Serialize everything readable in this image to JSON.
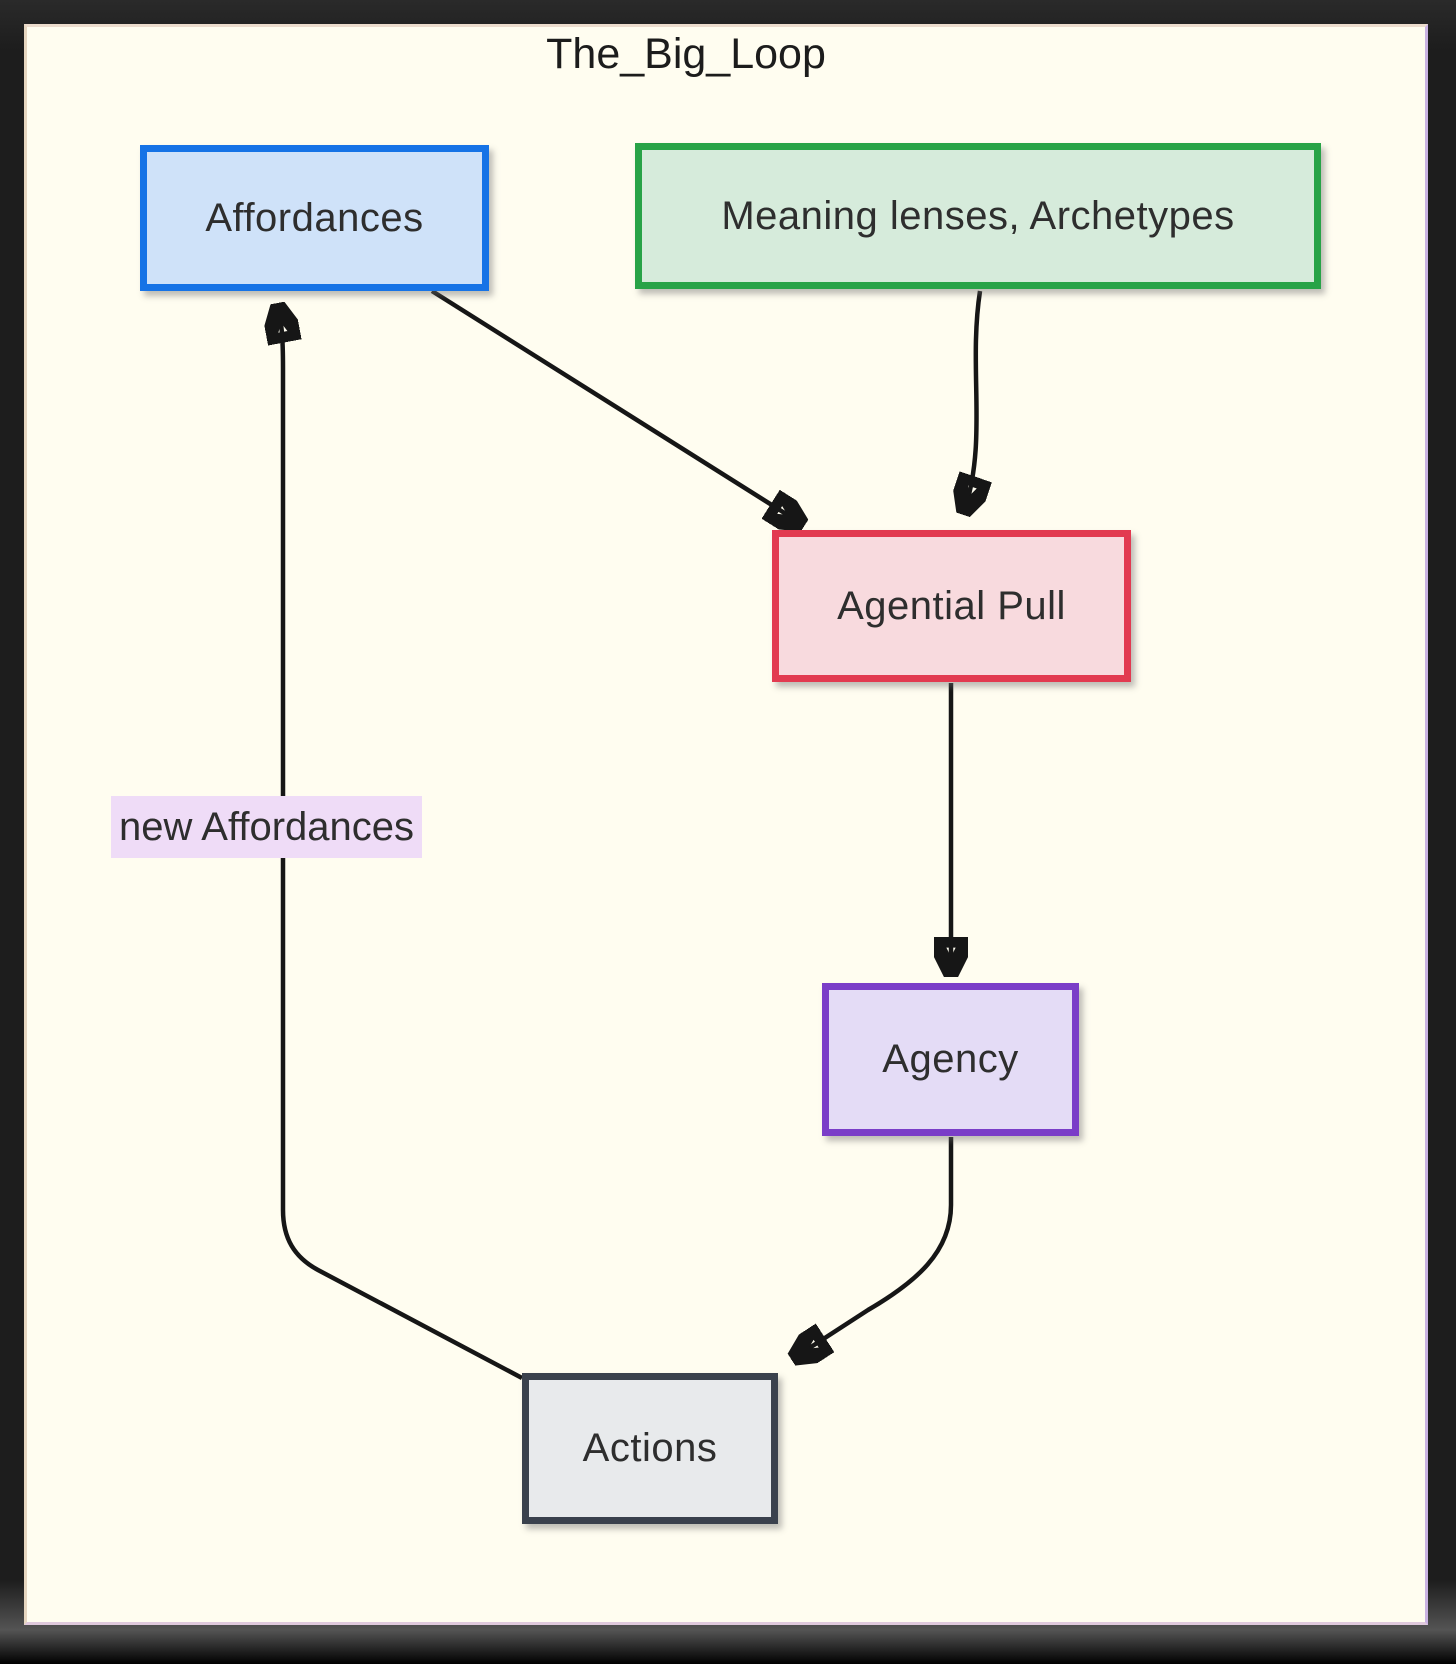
{
  "diagram": {
    "title": "The_Big_Loop",
    "nodes": [
      {
        "id": "affordances",
        "label": "Affordances",
        "fill": "#cfe2f9",
        "border": "#1673e6"
      },
      {
        "id": "meaning-lenses",
        "label": "Meaning lenses, Archetypes",
        "fill": "#d6ebdb",
        "border": "#28a347"
      },
      {
        "id": "agential-pull",
        "label": "Agential Pull",
        "fill": "#f8dade",
        "border": "#e23a50"
      },
      {
        "id": "agency",
        "label": "Agency",
        "fill": "#e4dcf6",
        "border": "#7a3dc8"
      },
      {
        "id": "actions",
        "label": "Actions",
        "fill": "#e8eaec",
        "border": "#3a414d"
      }
    ],
    "edges": [
      {
        "from": "Affordances",
        "to": "Agential Pull",
        "label": ""
      },
      {
        "from": "Meaning lenses, Archetypes",
        "to": "Agential Pull",
        "label": ""
      },
      {
        "from": "Agential Pull",
        "to": "Agency",
        "label": ""
      },
      {
        "from": "Agency",
        "to": "Actions",
        "label": ""
      },
      {
        "from": "Actions",
        "to": "Affordances",
        "label": "new Affordances"
      }
    ],
    "edge_label": {
      "text": "new Affordances",
      "bg": "#efdcf7"
    },
    "colors": {
      "background": "#fffdf0",
      "frame": "#1d1d1d",
      "edge_stroke": "#161616",
      "text": "#2e2e2e"
    }
  }
}
